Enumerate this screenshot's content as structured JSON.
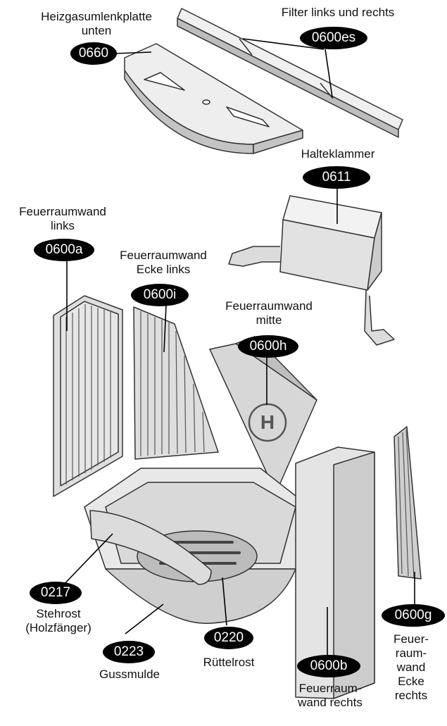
{
  "colors": {
    "part_fill": "#e6e6e6",
    "part_dark": "#cfcfcf",
    "part_stroke": "#333333",
    "badge": "#000000",
    "badge_text": "#ffffff"
  },
  "parts": [
    {
      "id": "p0660",
      "code": "0660",
      "label": [
        "Heizgasumlenkplatte",
        "unten"
      ]
    },
    {
      "id": "p0600es",
      "code": "0600es",
      "label": [
        "Filter links und rechts"
      ]
    },
    {
      "id": "p0611",
      "code": "0611",
      "label": [
        "Halteklammer"
      ]
    },
    {
      "id": "p0600a",
      "code": "0600a",
      "label": [
        "Feuerraumwand",
        "links"
      ]
    },
    {
      "id": "p0600i",
      "code": "0600i",
      "label": [
        "Feuerraumwand",
        "Ecke links"
      ]
    },
    {
      "id": "p0600h",
      "code": "0600h",
      "label": [
        "Feuerraumwand",
        "mitte"
      ]
    },
    {
      "id": "p0217",
      "code": "0217",
      "label": [
        "Stehrost",
        "(Holzfänger)"
      ]
    },
    {
      "id": "p0223",
      "code": "0223",
      "label": [
        "Gussmulde"
      ]
    },
    {
      "id": "p0220",
      "code": "0220",
      "label": [
        "Rüttelrost"
      ]
    },
    {
      "id": "p0600b",
      "code": "0600b",
      "label": [
        "Feuerraum-",
        "wand rechts"
      ]
    },
    {
      "id": "p0600g",
      "code": "0600g",
      "label": [
        "Feuer-",
        "raum-",
        "wand",
        "Ecke",
        "rechts"
      ]
    }
  ],
  "logo_letter": "H"
}
